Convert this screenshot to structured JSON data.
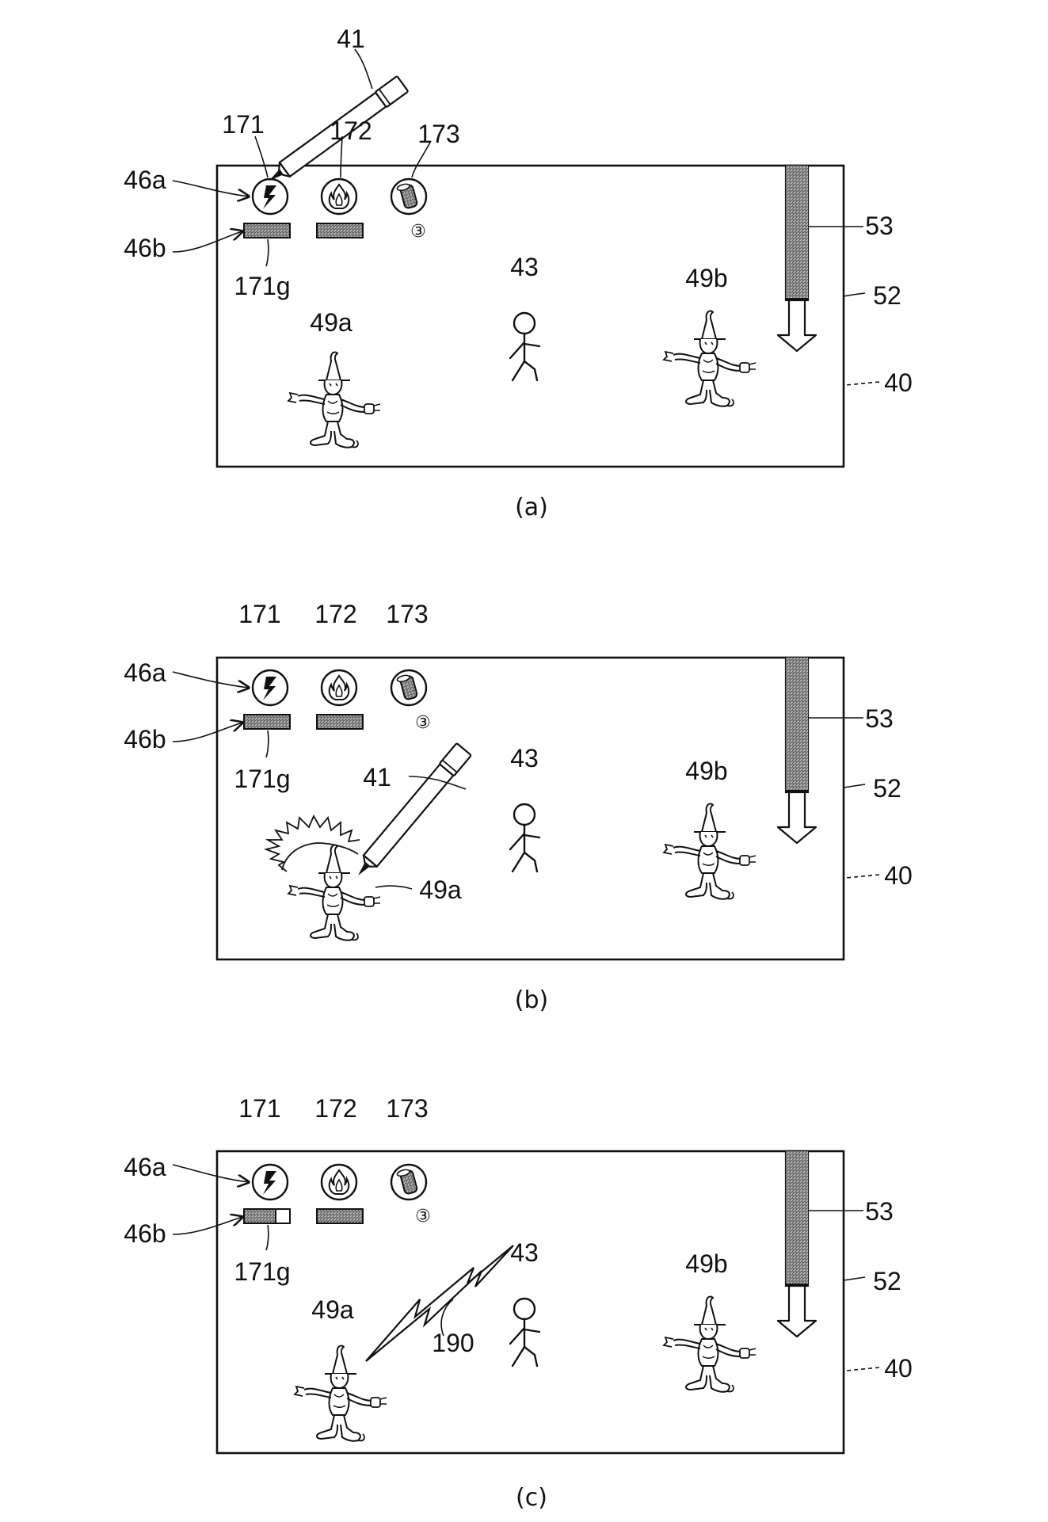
{
  "panels": [
    {
      "caption": "(a)",
      "labels": {
        "pen": "41",
        "icon_lightning": "171",
        "icon_fire": "172",
        "icon_item": "173",
        "icon_row": "46a",
        "gauge_row": "46b",
        "gauge_171": "171g",
        "enemy_a": "49a",
        "player": "43",
        "enemy_b": "49b",
        "meter_fill": "53",
        "meter": "52",
        "screen": "40"
      },
      "item_count": "③",
      "gauge_171_level": 1.0,
      "pen_state": "touching-icon-171"
    },
    {
      "caption": "(b)",
      "labels": {
        "pen": "41",
        "icon_lightning": "171",
        "icon_fire": "172",
        "icon_item": "173",
        "icon_row": "46a",
        "gauge_row": "46b",
        "gauge_171": "171g",
        "enemy_a": "49a",
        "player": "43",
        "enemy_b": "49b",
        "meter_fill": "53",
        "meter": "52",
        "screen": "40"
      },
      "item_count": "③",
      "gauge_171_level": 1.0,
      "pen_state": "touching-enemy-49a"
    },
    {
      "caption": "(c)",
      "labels": {
        "icon_lightning": "171",
        "icon_fire": "172",
        "icon_item": "173",
        "icon_row": "46a",
        "gauge_row": "46b",
        "gauge_171": "171g",
        "enemy_a": "49a",
        "player": "43",
        "enemy_b": "49b",
        "lightning_bolt": "190",
        "meter_fill": "53",
        "meter": "52",
        "screen": "40"
      },
      "item_count": "③",
      "gauge_171_level": 0.7,
      "pen_state": "none"
    }
  ],
  "meter_fill_level": 0.45,
  "icons": {
    "lightning": "lightning-icon",
    "fire": "fire-icon",
    "item": "canister-icon"
  }
}
